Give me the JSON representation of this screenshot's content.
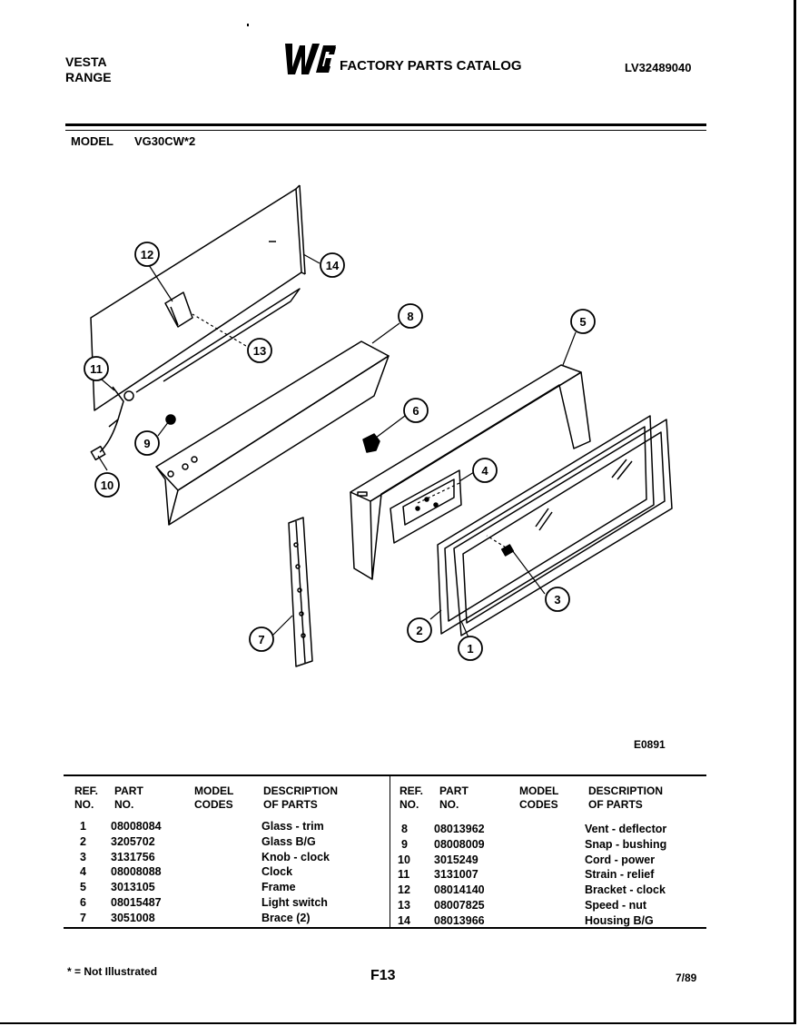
{
  "header": {
    "brand_line1": "VESTA",
    "brand_line2": "RANGE",
    "logo_text": "WCI",
    "catalog_title": "FACTORY PARTS CATALOG",
    "catalog_number": "LV32489040",
    "model_label": "MODEL",
    "model_value": "VG30CW*2"
  },
  "diagram": {
    "drawing_number": "E0891",
    "callouts": [
      "1",
      "2",
      "3",
      "4",
      "5",
      "6",
      "7",
      "8",
      "9",
      "10",
      "11",
      "12",
      "13",
      "14"
    ]
  },
  "table": {
    "headers": {
      "ref": [
        "REF.",
        "NO."
      ],
      "part": [
        "PART",
        "NO."
      ],
      "model": [
        "MODEL",
        "CODES"
      ],
      "desc": [
        "DESCRIPTION",
        "OF PARTS"
      ]
    },
    "left_rows": [
      {
        "ref": "1",
        "part": "08008084",
        "codes": "",
        "desc": "Glass - trim"
      },
      {
        "ref": "2",
        "part": "3205702",
        "codes": "",
        "desc": "Glass B/G"
      },
      {
        "ref": "3",
        "part": "3131756",
        "codes": "",
        "desc": "Knob - clock"
      },
      {
        "ref": "4",
        "part": "08008088",
        "codes": "",
        "desc": "Clock"
      },
      {
        "ref": "5",
        "part": "3013105",
        "codes": "",
        "desc": "Frame"
      },
      {
        "ref": "6",
        "part": "08015487",
        "codes": "",
        "desc": "Light switch"
      },
      {
        "ref": "7",
        "part": "3051008",
        "codes": "",
        "desc": "Brace (2)"
      }
    ],
    "right_rows": [
      {
        "ref": "8",
        "part": "08013962",
        "codes": "",
        "desc": "Vent - deflector"
      },
      {
        "ref": "9",
        "part": "08008009",
        "codes": "",
        "desc": "Snap - bushing"
      },
      {
        "ref": "10",
        "part": "3015249",
        "codes": "",
        "desc": "Cord - power"
      },
      {
        "ref": "11",
        "part": "3131007",
        "codes": "",
        "desc": "Strain - relief"
      },
      {
        "ref": "12",
        "part": "08014140",
        "codes": "",
        "desc": "Bracket - clock"
      },
      {
        "ref": "13",
        "part": "08007825",
        "codes": "",
        "desc": "Speed - nut"
      },
      {
        "ref": "14",
        "part": "08013966",
        "codes": "",
        "desc": "Housing B/G"
      }
    ]
  },
  "footer": {
    "note": "* = Not Illustrated",
    "page": "F13",
    "date": "7/89"
  }
}
